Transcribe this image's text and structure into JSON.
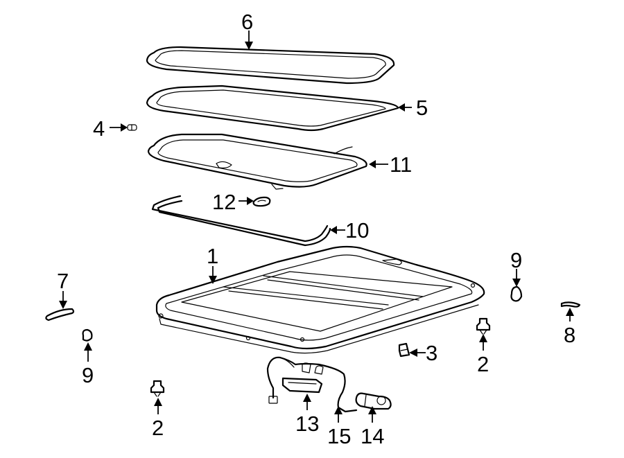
{
  "callouts": {
    "c1": "1",
    "c2a": "2",
    "c2b": "2",
    "c3": "3",
    "c4": "4",
    "c5": "5",
    "c6": "6",
    "c7": "7",
    "c8": "8",
    "c9a": "9",
    "c9b": "9",
    "c10": "10",
    "c11": "11",
    "c12": "12",
    "c13": "13",
    "c14": "14",
    "c15": "15"
  }
}
